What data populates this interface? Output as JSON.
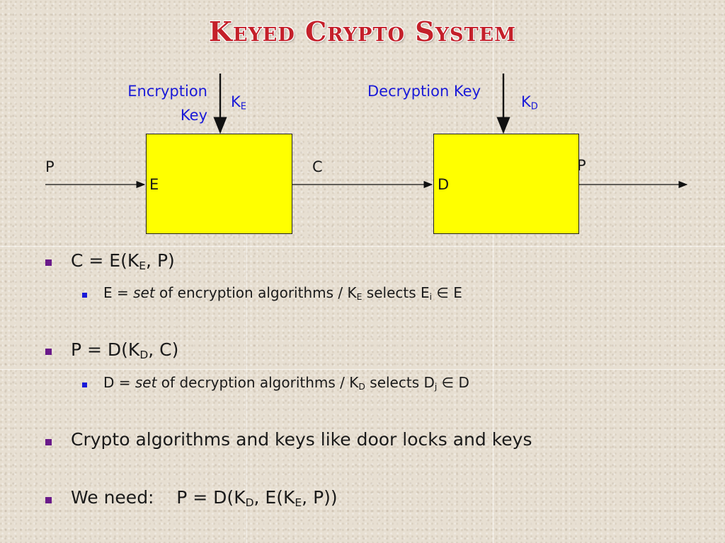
{
  "slide": {
    "title": "Keyed Crypto System"
  },
  "diagram": {
    "encryption_key_line1": "Encryption",
    "encryption_key_line2": "Key",
    "ke_main": "K",
    "ke_sub": "E",
    "decryption_key": "Decryption Key",
    "kd_main": "K",
    "kd_sub": "D",
    "input_p": "P",
    "box_e": "E",
    "middle_c": "C",
    "box_d": "D",
    "output_p": "P"
  },
  "bullets": {
    "b1": {
      "pre": "C = E(K",
      "sub": "E",
      "post": ", P)"
    },
    "b1a": {
      "pre": "E = ",
      "italic": "set",
      "mid": " of encryption algorithms / K",
      "sub": "E",
      "mid2": " selects E",
      "sub2": "i",
      "sym": " ∈ ",
      "post": "E"
    },
    "b2": {
      "pre": "P = D(K",
      "sub": "D",
      "post": ", C)"
    },
    "b2a": {
      "pre": "D = ",
      "italic": "set",
      "mid": " of decryption algorithms / K",
      "sub": "D",
      "mid2": " selects D",
      "sub2": "j",
      "sym": " ∈ ",
      "post": "D"
    },
    "b3": {
      "text": "Crypto algorithms and keys like door locks and keys"
    },
    "b4": {
      "pre": "We need:    P = D(K",
      "sub": "D",
      "mid": ", E(K",
      "sub2": "E",
      "post": ", P))"
    }
  },
  "colors": {
    "title": "#c4202a",
    "box_fill": "#ffff00",
    "key_label": "#1a1ad8",
    "bullet_level1": "#6a1a8a",
    "bullet_level2": "#1a1ad8"
  }
}
